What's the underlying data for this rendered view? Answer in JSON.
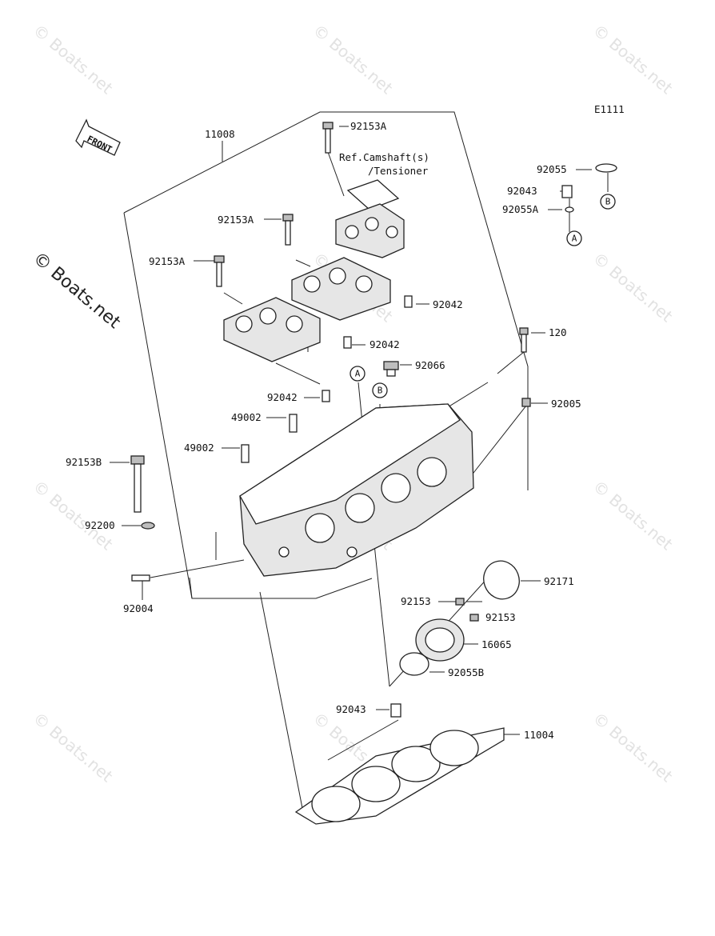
{
  "diagram_code": "E1111",
  "front_arrow_label": "FRONT",
  "reference_note": [
    "Ref.Camshaft(s)",
    "/Tensioner"
  ],
  "watermark": "© Boats.net",
  "callouts": {
    "c11008": "11008",
    "c92153A_top": "92153A",
    "c92153A_mid": "92153A",
    "c92153A_left": "92153A",
    "c92042_a": "92042",
    "c92042_b": "92042",
    "c92042_c": "92042",
    "c92055": "92055",
    "c92043_top": "92043",
    "c92055A": "92055A",
    "c120": "120",
    "c92066": "92066",
    "c92005": "92005",
    "c49002_a": "49002",
    "c49002_b": "49002",
    "c92153B": "92153B",
    "c92200": "92200",
    "c92004": "92004",
    "c92171": "92171",
    "c92153_a": "92153",
    "c92153_b": "92153",
    "c16065": "16065",
    "c92055B": "92055B",
    "c92043_bottom": "92043",
    "c11004": "11004"
  },
  "circle_refs": {
    "A_legend": "A",
    "B_legend": "B",
    "A_head": "A",
    "B_head": "B"
  }
}
